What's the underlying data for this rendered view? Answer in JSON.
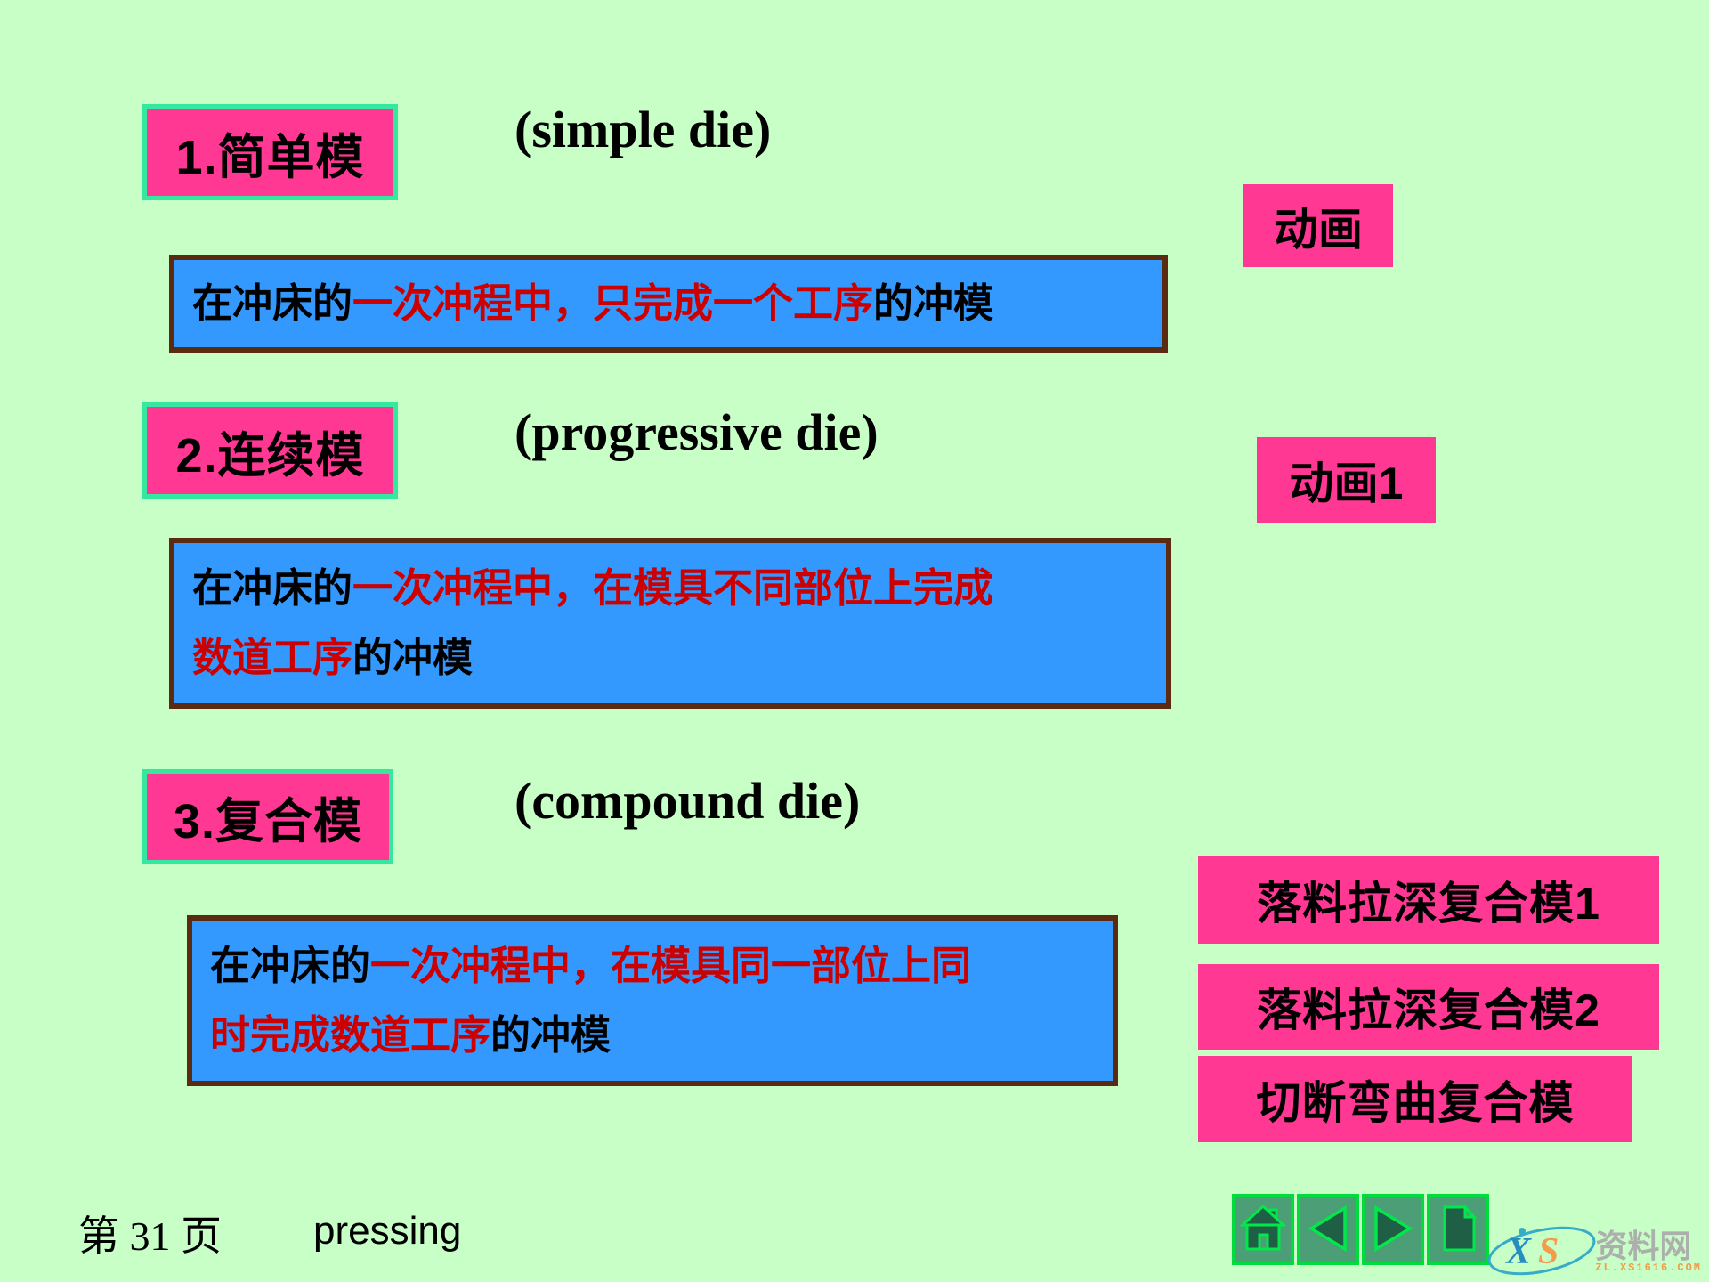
{
  "slide": {
    "background": "#C7FFC7",
    "footer": {
      "page_number": "第 31 页",
      "label": "pressing"
    }
  },
  "sections": [
    {
      "label": "1.简单模",
      "english": "(simple die)",
      "action_button": "动画",
      "definition_lines": [
        {
          "parts": [
            {
              "text": "在冲床的",
              "color": "black"
            },
            {
              "text": "一次冲程中，只完成一个工序",
              "color": "red"
            },
            {
              "text": "的冲模",
              "color": "black"
            }
          ]
        }
      ]
    },
    {
      "label": "2.连续模",
      "english": "(progressive die)",
      "action_button": "动画1",
      "definition_lines": [
        {
          "parts": [
            {
              "text": "在冲床的",
              "color": "black"
            },
            {
              "text": "一次冲程中，在模具不同部位上完成",
              "color": "red"
            }
          ]
        },
        {
          "parts": [
            {
              "text": "数道工序",
              "color": "red"
            },
            {
              "text": "的冲模",
              "color": "black"
            }
          ]
        }
      ]
    },
    {
      "label": "3.复合模",
      "english": "(compound die)",
      "action_buttons": [
        "落料拉深复合模1",
        "落料拉深复合模2",
        "切断弯曲复合模"
      ],
      "definition_lines": [
        {
          "parts": [
            {
              "text": "在冲床的",
              "color": "black"
            },
            {
              "text": "一次冲程中，在模具同一部位上同",
              "color": "red"
            }
          ]
        },
        {
          "parts": [
            {
              "text": "时完成数道工序",
              "color": "red"
            },
            {
              "text": "的冲模",
              "color": "black"
            }
          ]
        }
      ]
    }
  ],
  "nav": {
    "icons": [
      "home-icon",
      "back-icon",
      "forward-icon",
      "document-icon"
    ]
  },
  "watermark": {
    "logo_text": "XS",
    "site_name": "资料网",
    "site_url": "ZL.XS1616.COM"
  },
  "colors": {
    "background": "#C7FFC7",
    "pink": "#FF3894",
    "pink_border_green": "#35E8A0",
    "definition_blue": "#3399FF",
    "definition_border_brown": "#5B2B11",
    "highlight_red": "#CC0000",
    "nav_face_green": "#4B9E76",
    "nav_border_green": "#00DC3C",
    "nav_icon_dark_green": "#1F5F45",
    "watermark_gray": "#ABABAB",
    "watermark_orange": "#F79646",
    "watermark_teal": "#2FA8C8"
  }
}
